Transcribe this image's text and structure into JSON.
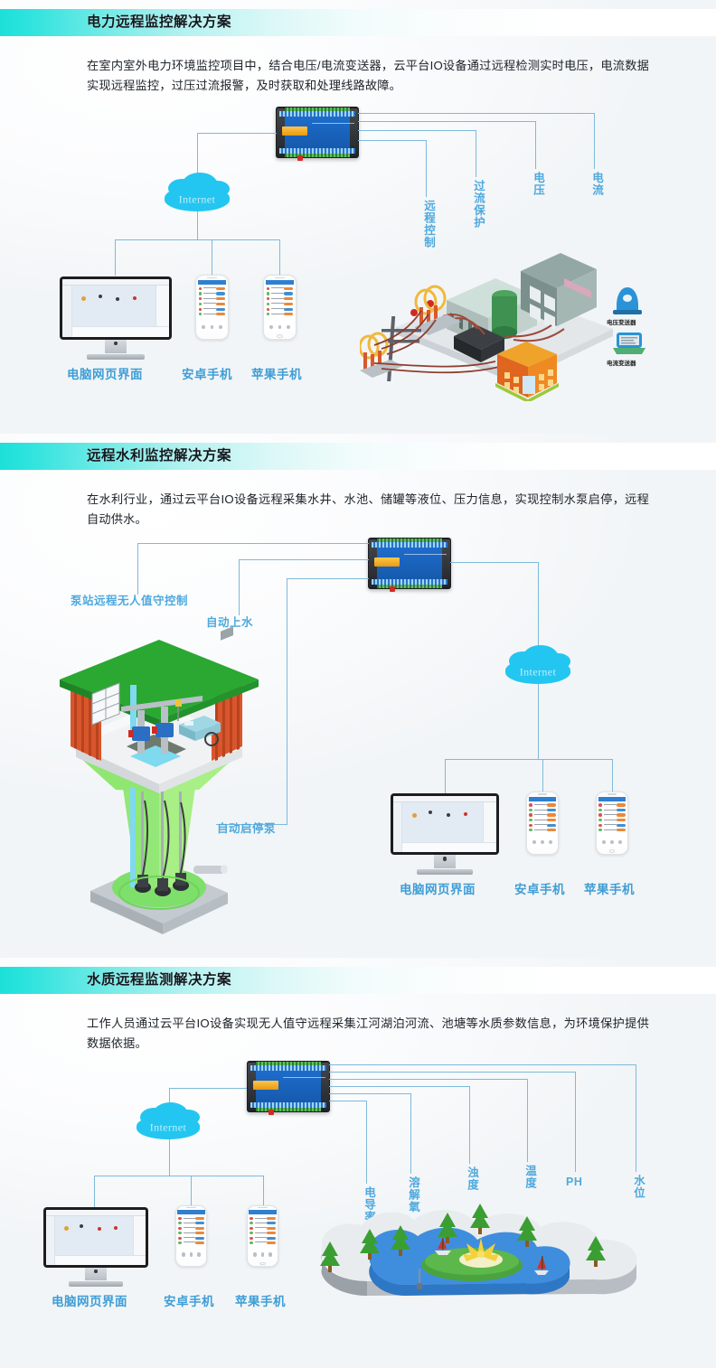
{
  "page": {
    "accent_cyan": "#1ce0d8",
    "label_blue": "#4ea9dd",
    "cloud_color": "#23c6f0"
  },
  "sections": [
    {
      "id": "power",
      "title": "电力远程监控解决方案",
      "description": "在室内室外电力环境监控项目中，结合电压/电流变送器，云平台IO设备通过远程检测实时电压，电流数据实现远程监控，过压过流报警，及时获取和处理线路故障。",
      "cloud_label": "Internet",
      "client_labels": [
        "电脑网页界面",
        "安卓手机",
        "苹果手机"
      ],
      "feature_labels": [
        "远程控制",
        "过流保护",
        "电压",
        "电流"
      ],
      "sensor_labels": [
        "电压变送器",
        "电流变送器"
      ]
    },
    {
      "id": "water-conservancy",
      "title": "远程水利监控解决方案",
      "description": "在水利行业，通过云平台IO设备远程采集水井、水池、储罐等液位、压力信息，实现控制水泵启停，远程自动供水。",
      "cloud_label": "Internet",
      "client_labels": [
        "电脑网页界面",
        "安卓手机",
        "苹果手机"
      ],
      "feature_labels": [
        "泵站远程无人值守控制",
        "自动上水",
        "自动启停泵"
      ]
    },
    {
      "id": "water-quality",
      "title": "水质远程监测解决方案",
      "description": "工作人员通过云平台IO设备实现无人值守远程采集江河湖泊河流、池塘等水质参数信息，为环境保护提供数据依据。",
      "cloud_label": "Internet",
      "client_labels": [
        "电脑网页界面",
        "安卓手机",
        "苹果手机"
      ],
      "feature_labels": [
        "电导率",
        "溶解氧",
        "浊度",
        "温度",
        "PH",
        "水位"
      ]
    }
  ]
}
